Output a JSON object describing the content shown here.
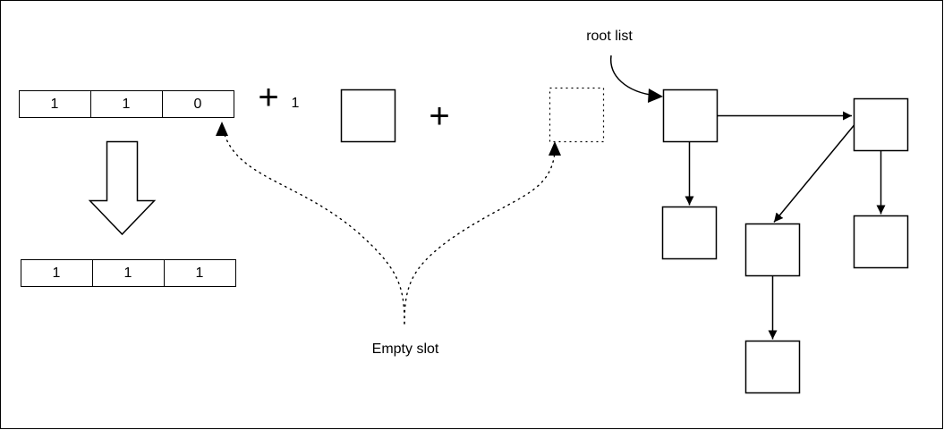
{
  "bit_arrays": {
    "top": [
      "1",
      "1",
      "0"
    ],
    "bottom": [
      "1",
      "1",
      "1"
    ]
  },
  "operators": {
    "plus_symbol": "+",
    "increment_value": "1"
  },
  "labels": {
    "empty_slot": "Empty slot",
    "root_list": "root list"
  },
  "colors": {
    "stroke": "#000000",
    "background": "#ffffff"
  }
}
